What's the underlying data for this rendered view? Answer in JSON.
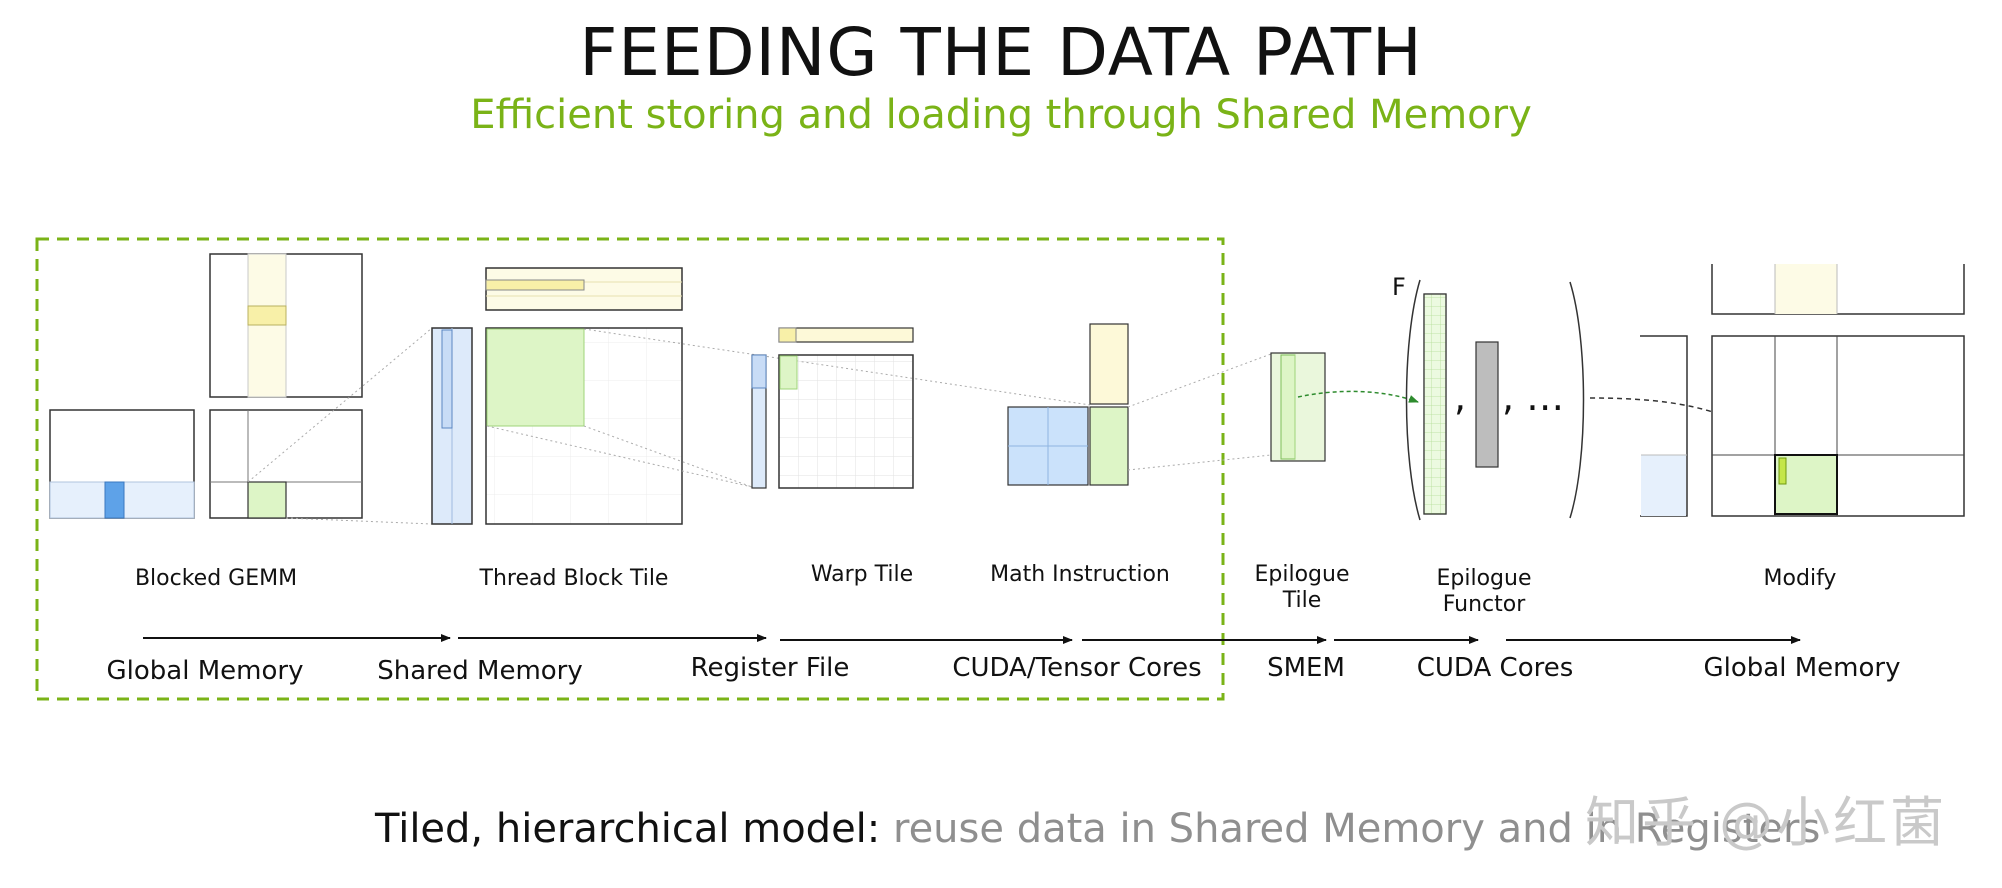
{
  "title": "FEEDING THE DATA PATH",
  "subtitle": "Efficient storing and loading through Shared Memory",
  "stages": {
    "blocked_gemm": "Blocked GEMM",
    "thread_block_tile": "Thread Block Tile",
    "warp_tile": "Warp Tile",
    "math_instruction": "Math Instruction",
    "epilogue_tile_1": "Epilogue",
    "epilogue_tile_2": "Tile",
    "epilogue_functor_1": "Epilogue",
    "epilogue_functor_2": "Functor",
    "modify": "Modify"
  },
  "memory_path": {
    "global_memory": "Global Memory",
    "shared_memory": "Shared Memory",
    "register_file": "Register File",
    "cuda_tensor_cores": "CUDA/Tensor Cores",
    "smem": "SMEM",
    "cuda_cores": "CUDA Cores",
    "global_memory_out": "Global Memory"
  },
  "functor": {
    "f_label": "F",
    "comma": ",",
    "ellipsis": ", …"
  },
  "footer": {
    "lead": "Tiled, hierarchical model:",
    "rest": "reuse data in Shared Memory and in Registers"
  },
  "watermark": "知乎 @小红菌",
  "colors": {
    "accent_green": "#7ab317",
    "tile_green": "#ddf5c6",
    "tile_blue": "#ddeafa",
    "tile_yellow": "#fdf9d8",
    "highlight_blue": "#5ea2e8",
    "highlight_yellow": "#f8f0a8"
  }
}
